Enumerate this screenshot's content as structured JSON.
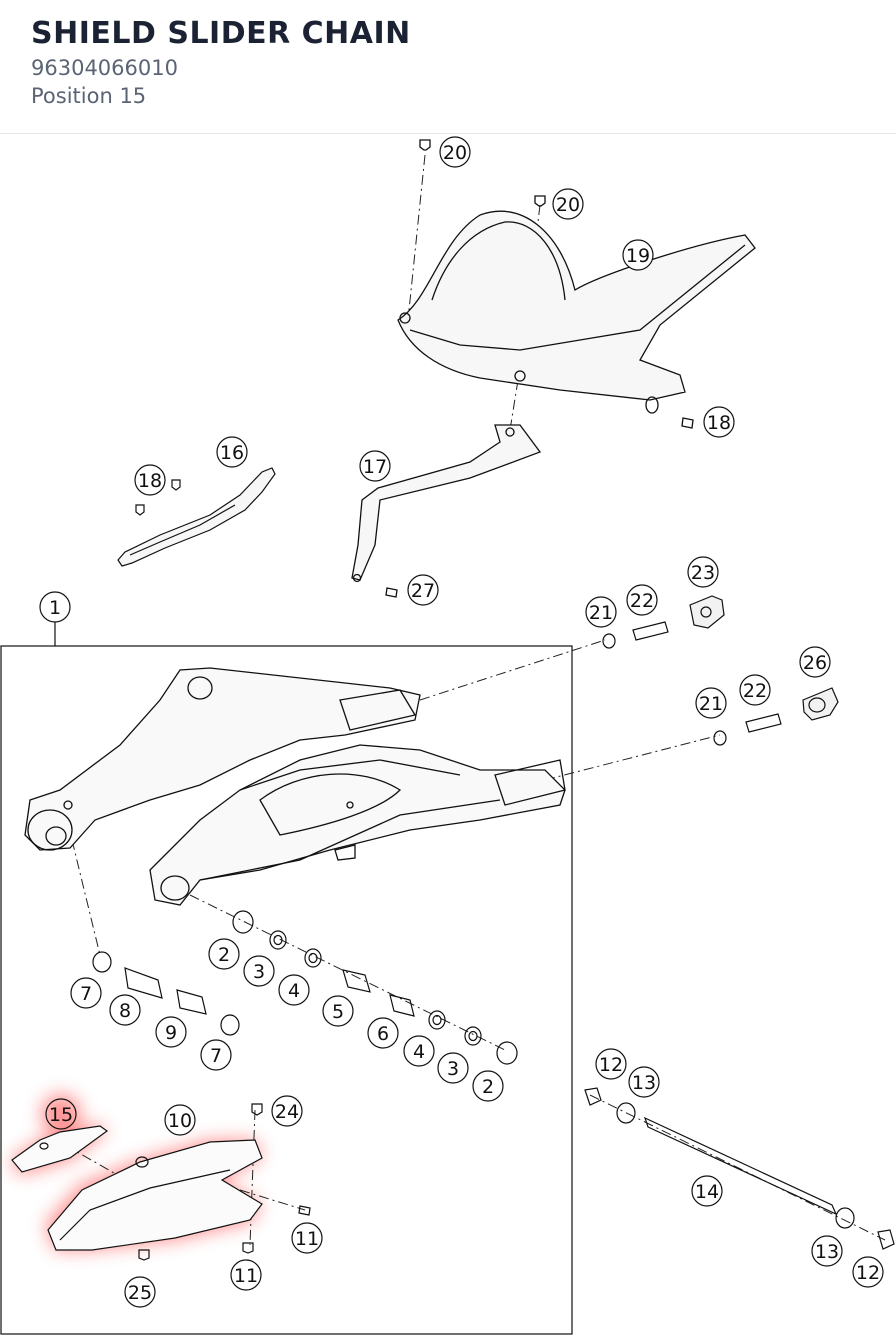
{
  "header": {
    "title": "SHIELD SLIDER CHAIN",
    "part_number": "96304066010",
    "position": "Position 15"
  },
  "diagram": {
    "highlight_color": "#ff3b3b",
    "callouts": [
      {
        "id": "c20a",
        "label": "20"
      },
      {
        "id": "c20b",
        "label": "20"
      },
      {
        "id": "c19",
        "label": "19"
      },
      {
        "id": "c18a",
        "label": "18"
      },
      {
        "id": "c16",
        "label": "16"
      },
      {
        "id": "c18b",
        "label": "18"
      },
      {
        "id": "c17",
        "label": "17"
      },
      {
        "id": "c27",
        "label": "27"
      },
      {
        "id": "c23",
        "label": "23"
      },
      {
        "id": "c22a",
        "label": "22"
      },
      {
        "id": "c21a",
        "label": "21"
      },
      {
        "id": "c1",
        "label": "1"
      },
      {
        "id": "c26",
        "label": "26"
      },
      {
        "id": "c22b",
        "label": "22"
      },
      {
        "id": "c21b",
        "label": "21"
      },
      {
        "id": "c2a",
        "label": "2"
      },
      {
        "id": "c3a",
        "label": "3"
      },
      {
        "id": "c4a",
        "label": "4"
      },
      {
        "id": "c5",
        "label": "5"
      },
      {
        "id": "c6",
        "label": "6"
      },
      {
        "id": "c4b",
        "label": "4"
      },
      {
        "id": "c3b",
        "label": "3"
      },
      {
        "id": "c2b",
        "label": "2"
      },
      {
        "id": "c7a",
        "label": "7"
      },
      {
        "id": "c8",
        "label": "8"
      },
      {
        "id": "c9",
        "label": "9"
      },
      {
        "id": "c7b",
        "label": "7"
      },
      {
        "id": "c15",
        "label": "15"
      },
      {
        "id": "c10",
        "label": "10"
      },
      {
        "id": "c24",
        "label": "24"
      },
      {
        "id": "c11a",
        "label": "11"
      },
      {
        "id": "c11b",
        "label": "11"
      },
      {
        "id": "c25",
        "label": "25"
      },
      {
        "id": "c12a",
        "label": "12"
      },
      {
        "id": "c13a",
        "label": "13"
      },
      {
        "id": "c14",
        "label": "14"
      },
      {
        "id": "c13b",
        "label": "13"
      },
      {
        "id": "c12b",
        "label": "12"
      }
    ]
  }
}
